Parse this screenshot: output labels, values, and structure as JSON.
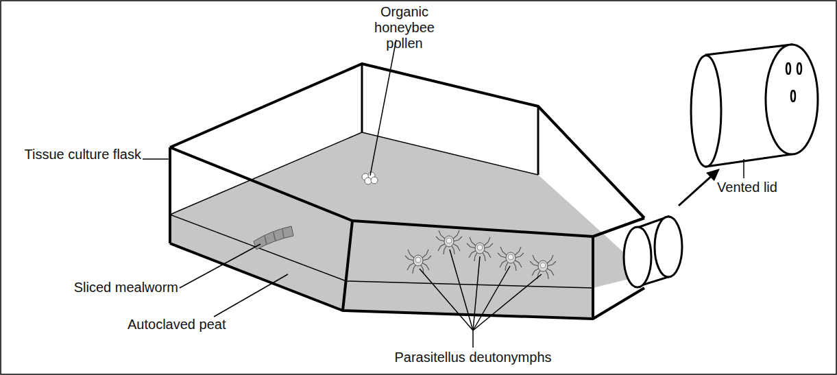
{
  "diagram": {
    "labels": [
      "Organic honeybee pollen",
      "Tissue culture flask",
      "Sliced mealworm",
      "Autoclaved peat",
      "Parasitellus deutonymphs",
      "Vented lid"
    ]
  }
}
